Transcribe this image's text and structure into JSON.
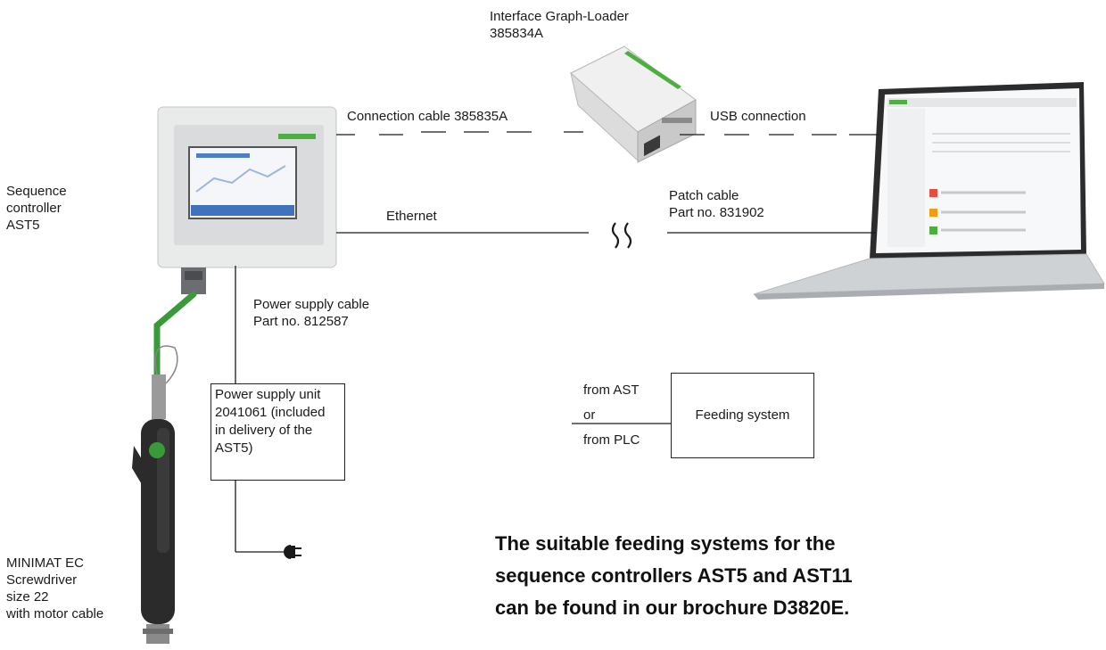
{
  "labels": {
    "interface_title": "Interface Graph-Loader",
    "interface_partno": "385834A",
    "connection_cable": "Connection cable 385835A",
    "usb_connection": "USB connection",
    "ethernet": "Ethernet",
    "patch_cable_title": "Patch cable",
    "patch_cable_partno": "Part no. 831902",
    "sequence_controller": "Sequence\ncontroller\nAST5",
    "power_cable_title": "Power supply cable",
    "power_cable_partno": "Part no. 812587",
    "power_unit": "Power supply unit\n2041061 (included\nin delivery of the\nAST5)",
    "from_ast": "from AST",
    "or": "or",
    "from_plc": "from PLC",
    "feeding_system": "Feeding system",
    "screwdriver": "MINIMAT EC\nScrewdriver\nsize 22\nwith motor cable"
  },
  "headline": "The suitable feeding systems for the\nsequence controllers AST5 and AST11\ncan be found in our brochure D3820E.",
  "colors": {
    "line": "#1a1a1a",
    "device_housing": "#e9eaea",
    "screen_blue": "#3e74bf",
    "brand_green": "#4caf3f",
    "cable_green": "#3a9a3a",
    "screwdriver_body": "#2b2b2b",
    "laptop_body": "#cfd2d5"
  },
  "icons": [
    "controller-device",
    "interface-box",
    "laptop",
    "screwdriver",
    "plug-icon",
    "break-symbol"
  ]
}
